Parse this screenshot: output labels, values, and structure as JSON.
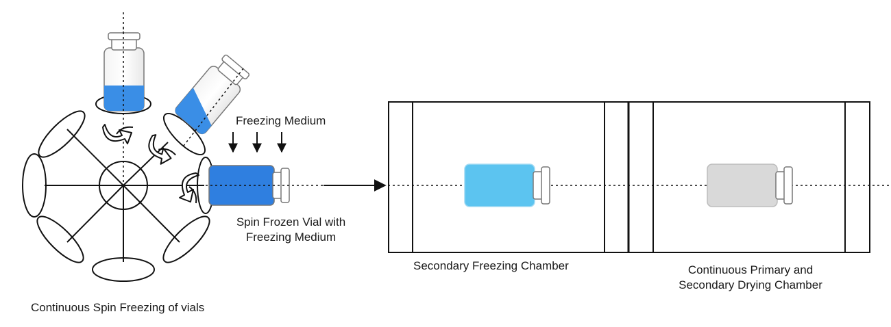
{
  "labels": {
    "freezing_medium": "Freezing Medium",
    "spin_frozen_line1": "Spin Frozen Vial with",
    "spin_frozen_line2": "Freezing Medium",
    "secondary_freezing_chamber": "Secondary Freezing Chamber",
    "drying_line1": "Continuous Primary and",
    "drying_line2": "Secondary Drying Chamber",
    "spin_freezing_caption": "Continuous Spin Freezing of vials"
  },
  "colors": {
    "line": "#111111",
    "liquid_blue": "#3a8ee6",
    "frozen_blue": "#2f7fe0",
    "light_blue": "#5cc4f0",
    "dried_gray": "#d9d9d9",
    "glass_outline": "#777777"
  },
  "icons": [
    "rotation-arrow-icon",
    "down-arrow-icon",
    "right-arrow-icon"
  ]
}
